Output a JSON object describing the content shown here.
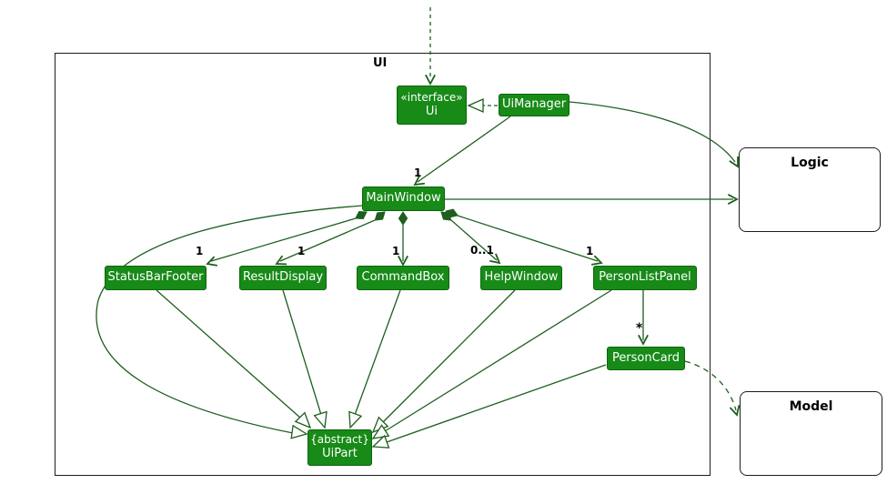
{
  "diagram": {
    "frames": {
      "ui": {
        "label": "UI"
      },
      "logic": {
        "label": "Logic"
      },
      "model": {
        "label": "Model"
      }
    },
    "classes": {
      "ui_interface": {
        "stereotype": "«interface»",
        "name": "Ui"
      },
      "uimanager": {
        "name": "UiManager"
      },
      "mainwindow": {
        "name": "MainWindow"
      },
      "statusbarfooter": {
        "name": "StatusBarFooter"
      },
      "resultdisplay": {
        "name": "ResultDisplay"
      },
      "commandbox": {
        "name": "CommandBox"
      },
      "helpwindow": {
        "name": "HelpWindow"
      },
      "personlistpanel": {
        "name": "PersonListPanel"
      },
      "personcard": {
        "name": "PersonCard"
      },
      "uipart": {
        "modifier": "{abstract}",
        "name": "UiPart"
      }
    },
    "multiplicities": {
      "uimanager_mainwindow": "1",
      "mainwindow_statusbarfooter": "1",
      "mainwindow_resultdisplay": "1",
      "mainwindow_commandbox": "1",
      "mainwindow_helpwindow": "0..1",
      "mainwindow_personlistpanel": "1",
      "personlistpanel_personcard": "*"
    },
    "colors": {
      "class_fill": "#178A17",
      "class_border": "#0E640E",
      "edge": "#1E5E1E",
      "frame_border": "#1C1C1C",
      "class_text": "#FFFFFF"
    }
  }
}
